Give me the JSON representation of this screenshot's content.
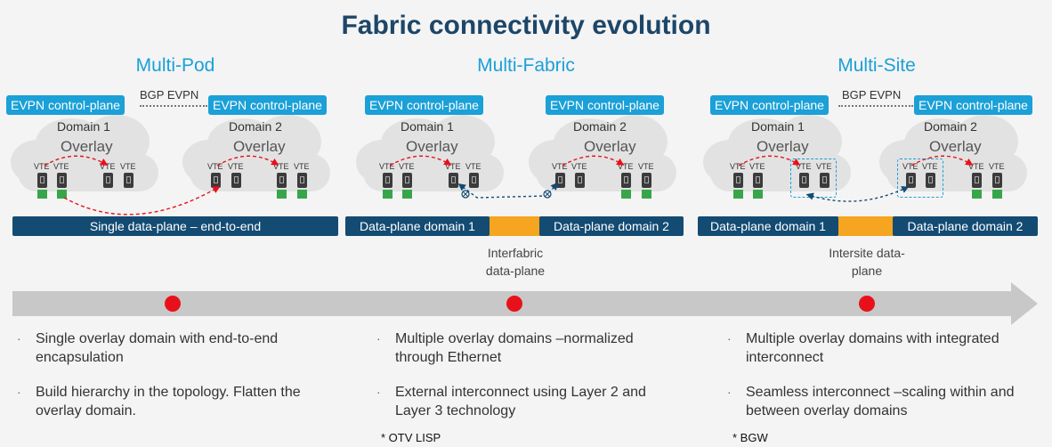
{
  "title": "Fabric connectivity evolution",
  "vte_label": "VTE",
  "panels": [
    {
      "title": "Multi-Pod",
      "cp_left": "EVPN control-plane",
      "cp_right": "EVPN control-plane",
      "bgp": "BGP EVPN",
      "domain1": "Domain 1",
      "domain2": "Domain 2",
      "overlay": "Overlay",
      "dp_single": "Single data-plane – end-to-end",
      "bullets": [
        "Single overlay domain with end-to-end encapsulation",
        "Build hierarchy in the topology. Flatten the overlay domain."
      ]
    },
    {
      "title": "Multi-Fabric",
      "cp_left": "EVPN control-plane",
      "cp_right": "EVPN control-plane",
      "domain1": "Domain 1",
      "domain2": "Domain 2",
      "overlay": "Overlay",
      "dp1": "Data-plane domain 1",
      "dp2": "Data-plane domain 2",
      "sub_label": "Interfabric data-plane",
      "bullets": [
        "Multiple overlay domains –normalized through Ethernet",
        "External interconnect using Layer 2 and Layer 3 technology"
      ],
      "footnote": "* OTV LISP"
    },
    {
      "title": "Multi-Site",
      "cp_left": "EVPN control-plane",
      "cp_right": "EVPN control-plane",
      "bgp": "BGP EVPN",
      "domain1": "Domain 1",
      "domain2": "Domain 2",
      "overlay": "Overlay",
      "dp1": "Data-plane domain 1",
      "dp2": "Data-plane domain 2",
      "sub_label": "Intersite data-plane",
      "bullets": [
        "Multiple overlay domains with integrated interconnect",
        "Seamless interconnect –scaling within and between overlay domains"
      ],
      "footnote": "* BGW"
    }
  ],
  "colors": {
    "title": "#1d4668",
    "accent": "#1ba0d7",
    "data_plane": "#134b73",
    "interconnect": "#f5a520",
    "timeline": "#c8c8c8",
    "marker": "#e8111b",
    "vxlan_tunnel": "#e8111b",
    "interconnect_arrow": "#134b73"
  },
  "icons": [
    "switch-icon",
    "server-icon",
    "tunnel-endpoint-icon",
    "timeline-arrow"
  ]
}
